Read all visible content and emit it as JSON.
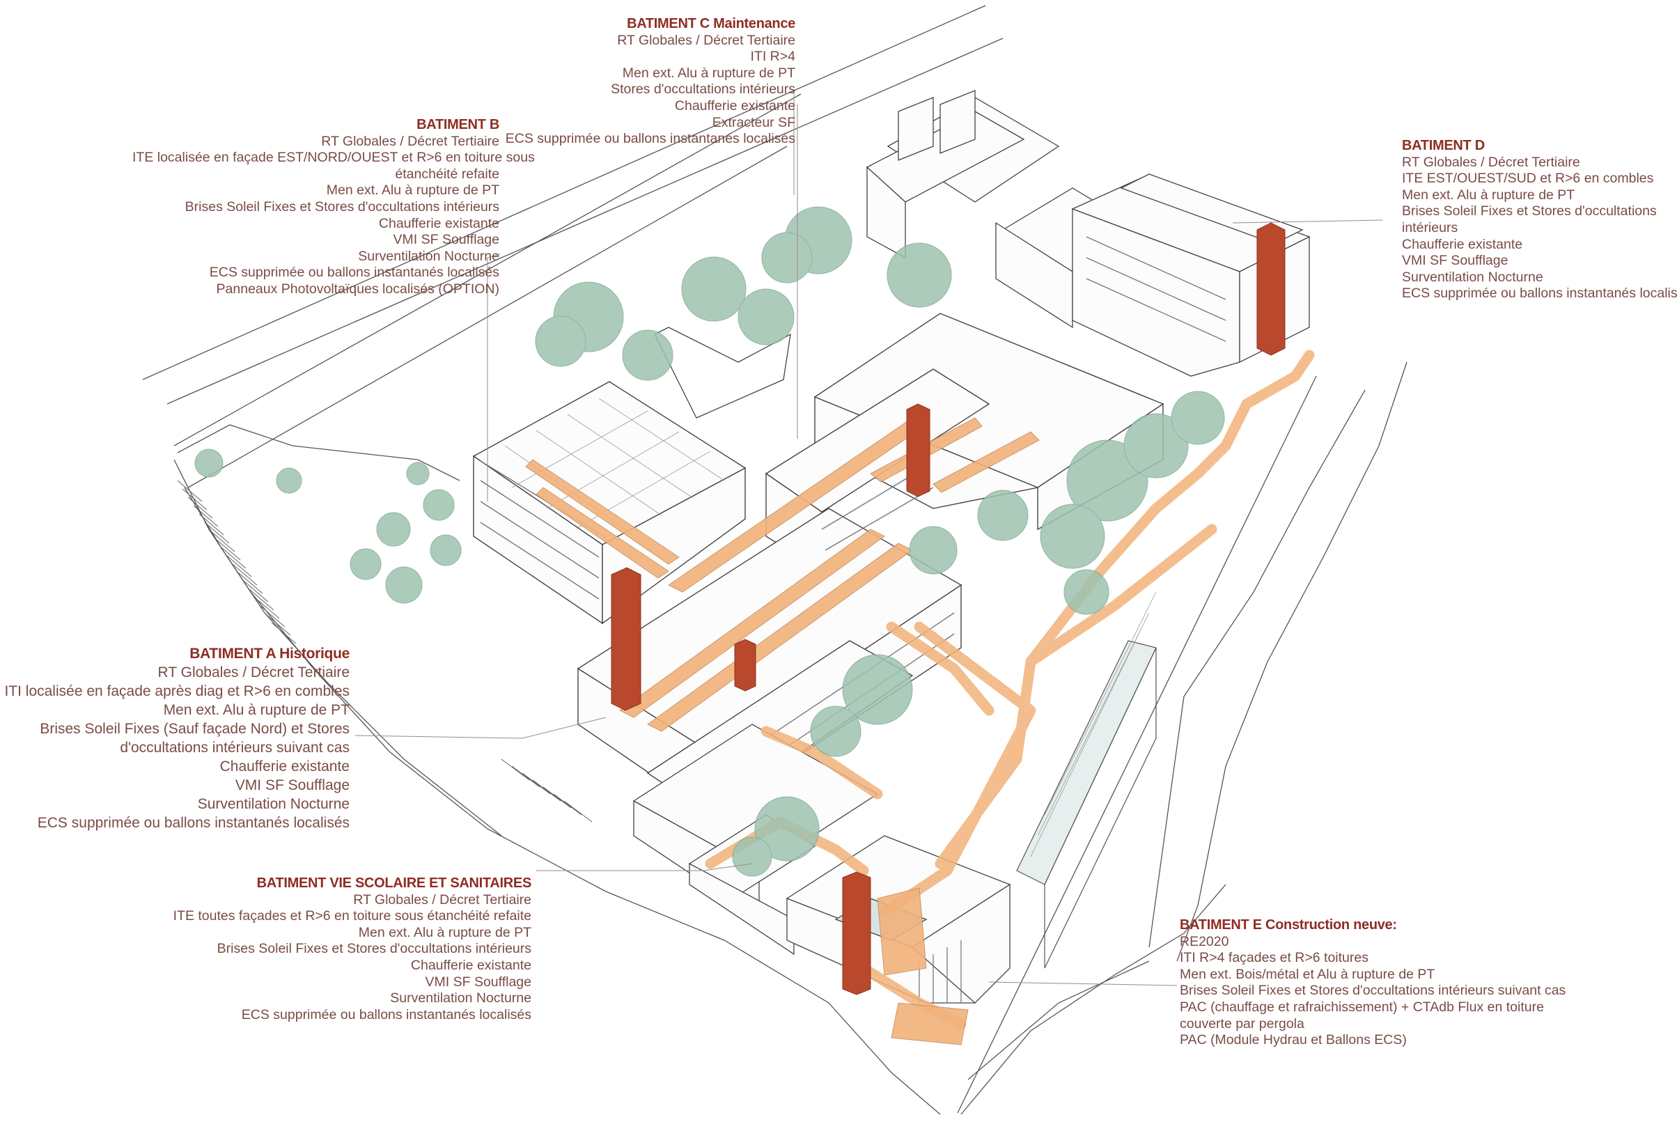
{
  "colors": {
    "building_line": "#555555",
    "tree": "#9fc3b0",
    "circulation": "#f1b27a",
    "riser": "#b9482c",
    "label_text": "#7a4b46",
    "label_title": "#8e2d22",
    "leader": "#9a8a88"
  },
  "labels": {
    "batiment_c": {
      "title": "BATIMENT C Maintenance",
      "lines": [
        "RT Globales / Décret Tertiaire",
        "ITI R>4",
        "Men ext. Alu à rupture de PT",
        "Stores d'occultations intérieurs",
        "Chaufferie existante",
        "Extracteur SF",
        "ECS supprimée ou ballons instantanés localisés"
      ]
    },
    "batiment_b": {
      "title": "BATIMENT B",
      "lines": [
        "RT Globales / Décret Tertiaire",
        "ITE localisée en façade EST/NORD/OUEST et R>6 en toiture sous",
        "étanchéité refaite",
        "Men ext. Alu à rupture de PT",
        "Brises Soleil Fixes et Stores d'occultations intérieurs",
        "Chaufferie existante",
        "VMI SF Soufflage",
        "Surventilation Nocturne",
        "ECS supprimée ou ballons instantanés localisés",
        "Panneaux Photovoltaïques localisés (OPTION)"
      ]
    },
    "batiment_d": {
      "title": "BATIMENT D",
      "lines": [
        "RT Globales / Décret Tertiaire",
        "ITE EST/OUEST/SUD et R>6 en combles",
        "Men ext. Alu à rupture de PT",
        "Brises Soleil Fixes et Stores d'occultations",
        "intérieurs",
        "Chaufferie existante",
        "VMI SF Soufflage",
        "Surventilation Nocturne",
        "ECS supprimée ou ballons instantanés localisés"
      ]
    },
    "batiment_a": {
      "title": "BATIMENT A Historique",
      "lines": [
        "RT Globales / Décret Tertiaire",
        "ITI localisée en façade après diag et R>6 en combles",
        "Men ext. Alu à rupture de PT",
        "Brises Soleil Fixes (Sauf façade Nord) et Stores",
        "d'occultations intérieurs suivant cas",
        "Chaufferie existante",
        "VMI SF Soufflage",
        "Surventilation Nocturne",
        "ECS supprimée ou ballons instantanés localisés"
      ]
    },
    "batiment_vie": {
      "title": "BATIMENT VIE SCOLAIRE ET SANITAIRES",
      "lines": [
        "RT Globales / Décret Tertiaire",
        "ITE toutes façades et R>6 en toiture sous étanchéité refaite",
        "Men ext. Alu à rupture de PT",
        "Brises Soleil Fixes et Stores d'occultations intérieurs",
        "Chaufferie existante",
        "VMI SF Soufflage",
        "Surventilation Nocturne",
        "ECS supprimée ou ballons instantanés localisés"
      ]
    },
    "batiment_e": {
      "title": "BATIMENT E Construction neuve:",
      "lines": [
        "RE2020",
        "ITI R>4 façades et R>6 toitures",
        "Men ext. Bois/métal et Alu à rupture de PT",
        "Brises Soleil Fixes et Stores d'occultations intérieurs suivant cas",
        "PAC (chauffage et rafraichissement) + CTAdb Flux en toiture",
        "couverte par pergola",
        "PAC (Module Hydrau et Ballons ECS)"
      ]
    }
  }
}
